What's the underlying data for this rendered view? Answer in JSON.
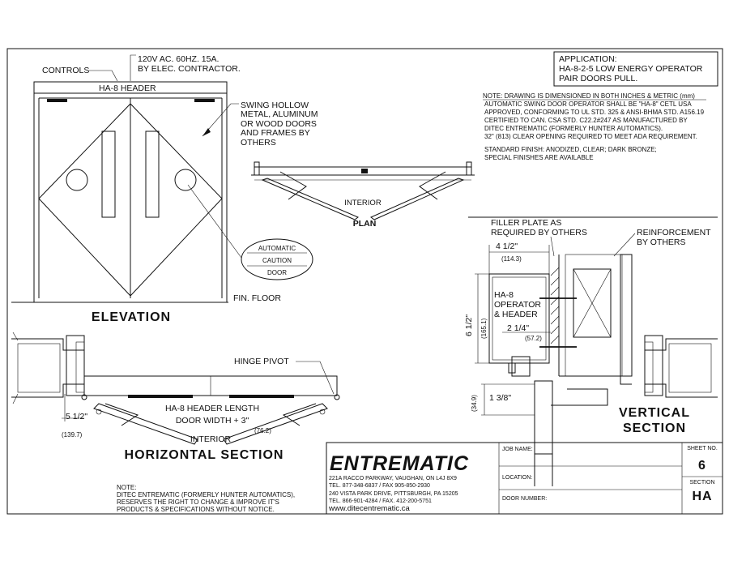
{
  "title_block": {
    "application_label": "APPLICATION:",
    "application_line1": "HA-8-2-5 LOW ENERGY OPERATOR",
    "application_line2": "PAIR DOORS PULL.",
    "company_logo": "ENTREMATIC",
    "address_line1": "221A RACCO PARKWAY, VAUGHAN, ON L4J 8X9",
    "address_line2": "TEL. 877-348-6837 / FAX 905-850-2930",
    "address_line3": "240 VISTA PARK DRIVE, PITTSBURGH, PA 15205",
    "address_line4": "TEL. 866-901-4284 / FAX. 412-200-5751",
    "website": "www.ditecentrematic.ca",
    "job_name_label": "JOB NAME:",
    "location_label": "LOCATION:",
    "door_number_label": "DOOR NUMBER:",
    "sheet_no_label": "SHEET NO.",
    "sheet_no_value": "6",
    "section_label": "SECTION",
    "section_value": "HA"
  },
  "notes": {
    "dimension_note": "NOTE: DRAWING IS DIMENSIONED IN BOTH INCHES & METRIC (mm)",
    "lines": [
      "AUTOMATIC SWING DOOR OPERATOR SHALL BE \"HA-8\" CETL USA",
      "APPROVED, CONFORMING TO UL STD. 325 & ANSI-BHMA STD. A156.19",
      "CERTIFIED TO CAN. CSA STD. C22.2#247 AS MANUFACTURED BY",
      "DITEC ENTREMATIC (FORMERLY HUNTER AUTOMATICS).",
      "32\" (813) CLEAR OPENING REQUIRED TO MEET ADA REQUIREMENT."
    ],
    "finish_lines": [
      "STANDARD FINISH:  ANODIZED,  CLEAR; DARK BRONZE;",
      "SPECIAL FINISHES ARE AVAILABLE"
    ],
    "bottom_note_lines": [
      "NOTE:",
      "DITEC ENTREMATIC (FORMERLY HUNTER AUTOMATICS),",
      "RESERVES THE RIGHT  TO CHANGE & IMPROVE IT'S",
      "PRODUCTS & SPECIFICATIONS WITHOUT NOTICE."
    ]
  },
  "elevation": {
    "power_line1": "120V AC. 60HZ. 15A.",
    "power_line2": "BY ELEC. CONTRACTOR.",
    "controls_label": "CONTROLS",
    "header_label": "HA-8 HEADER",
    "swing_lines": [
      "SWING HOLLOW",
      "METAL, ALUMINUM",
      "OR WOOD DOORS",
      "AND FRAMES BY",
      "OTHERS"
    ],
    "caution_lines": [
      "AUTOMATIC",
      "CAUTION",
      "DOOR"
    ],
    "floor_label": "FIN. FLOOR",
    "view_title": "ELEVATION"
  },
  "plan": {
    "interior_label": "INTERIOR",
    "view_title": "PLAN"
  },
  "horizontal_section": {
    "hinge_pivot_label": "HINGE PIVOT",
    "header_length_label": "HA-8 HEADER LENGTH",
    "door_width_label": "DOOR WIDTH + 3\"",
    "dim_left_in": "5 1/2\"",
    "dim_left_mm": "(139.7)",
    "dim_right_mm": "(76.2)",
    "interior_label": "INTERIOR",
    "view_title": "HORIZONTAL SECTION"
  },
  "vertical_section": {
    "filler_lines": [
      "FILLER PLATE AS",
      "REQUIRED BY OTHERS"
    ],
    "reinforcement_lines": [
      "REINFORCEMENT",
      "BY OTHERS"
    ],
    "dim_top_in": "4 1/2\"",
    "dim_top_mm": "(114.3)",
    "operator_lines": [
      "HA-8",
      "OPERATOR",
      "& HEADER"
    ],
    "dim_height_in": "6 1/2\"",
    "dim_height_mm": "(165.1)",
    "dim_mid_in": "2 1/4\"",
    "dim_mid_mm": "(57.2)",
    "dim_bottom_in": "1 3/8\"",
    "dim_bottom_mm": "(34.9)",
    "view_title_line1": "VERTICAL",
    "view_title_line2": "SECTION"
  }
}
